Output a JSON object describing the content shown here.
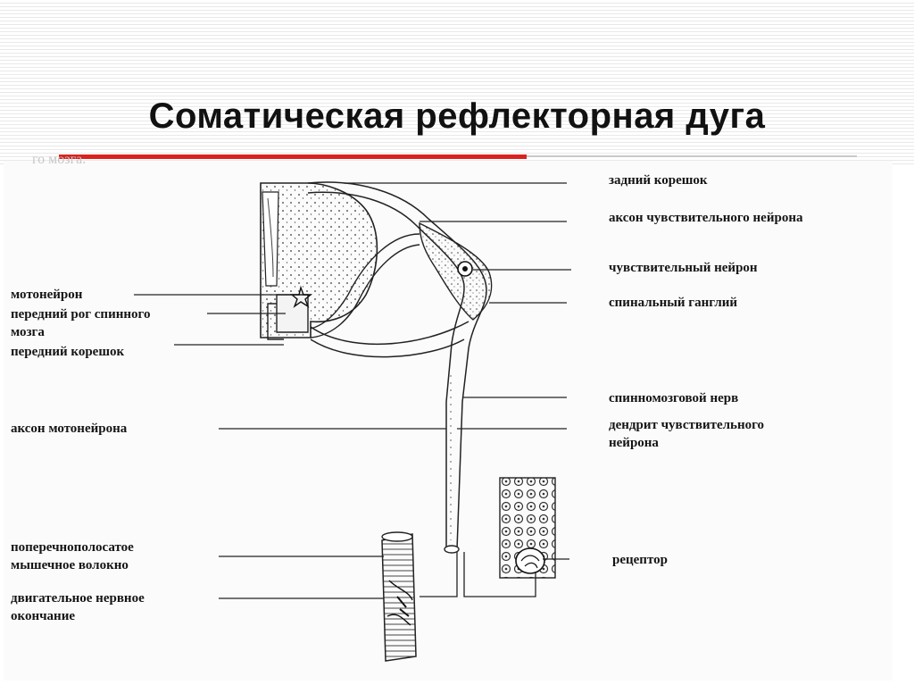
{
  "slide": {
    "title": "Соматическая рефлекторная дуга"
  },
  "diagram": {
    "left_labels": {
      "motoneuron": "мотонейрон",
      "anterior_horn": "передний рог спинного\nмозга",
      "anterior_root": "передний корешок",
      "motoneuron_axon": "аксон мотонейрона",
      "striated_fiber": "поперечнополосатое\nмышечное волокно",
      "motor_ending": "двигательное нервное\nокончание"
    },
    "right_labels": {
      "posterior_root": "задний корешок",
      "sensory_axon": "аксон чувствительного нейрона",
      "sensory_neuron": "чувствительный нейрон",
      "spinal_ganglion": "спинальный ганглий",
      "spinal_nerve": "спинномозговой нерв",
      "sensory_dendrite": "дендрит чувствительного\nнейрона",
      "receptor": "рецептор"
    },
    "ghost_text": {
      "top_fragment": "го мозга."
    }
  },
  "colors": {
    "accent_red": "#d8231f",
    "ink": "#151515"
  }
}
